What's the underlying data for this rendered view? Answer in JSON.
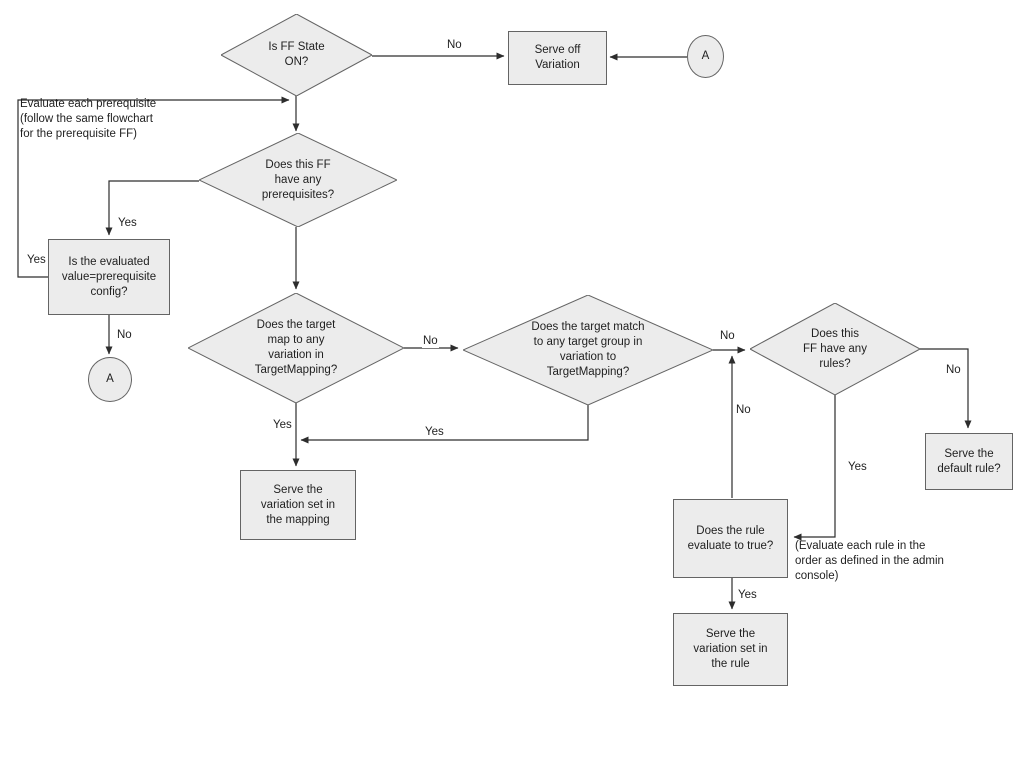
{
  "diagram": {
    "shape_fill": "#ececec",
    "shape_border": "#646464",
    "line_color": "#2d2d2d"
  },
  "nodes": {
    "ff_state_on": {
      "type": "decision",
      "label": "Is FF State ON?"
    },
    "serve_off_variation": {
      "type": "process",
      "label": "Serve off Variation"
    },
    "connector_a_top": {
      "type": "connector",
      "label": "A"
    },
    "has_prerequisites": {
      "type": "decision",
      "label": "Does this FF have any prerequisites?"
    },
    "evaluated_value_config": {
      "type": "process",
      "label": "Is the evaluated value=prerequisite config?"
    },
    "connector_a_left": {
      "type": "connector",
      "label": "A"
    },
    "target_map_variation": {
      "type": "decision",
      "label": "Does the target map to any variation in TargetMapping?"
    },
    "target_match_group": {
      "type": "decision",
      "label": "Does the target match to any target group in variation to TargetMapping?"
    },
    "has_rules": {
      "type": "decision",
      "label": "Does this FF have any rules?"
    },
    "serve_default_rule": {
      "type": "process",
      "label": "Serve the default rule?"
    },
    "rule_evaluates_true": {
      "type": "process",
      "label": "Does the rule evaluate to true?"
    },
    "serve_variation_rule": {
      "type": "process",
      "label": "Serve the variation set in the rule"
    },
    "serve_variation_mapping": {
      "type": "process",
      "label": "Serve the variation set in the mapping"
    }
  },
  "notes": {
    "prerequisite_note": "Evaluate each prerequisite (follow the same flowchart for the prerequisite FF)",
    "rule_order_note": "(Evaluate each rule in the order as defined in the admin console)"
  },
  "edge_labels": {
    "ff_state_no": "No",
    "prereq_yes": "Yes",
    "evaluated_yes": "Yes",
    "evaluated_no": "No",
    "map_no": "No",
    "match_no": "No",
    "rule_eval_no": "No",
    "map_yes": "Yes",
    "match_yes": "Yes",
    "rules_no": "No",
    "rules_yes": "Yes",
    "rule_eval_yes": "Yes"
  }
}
